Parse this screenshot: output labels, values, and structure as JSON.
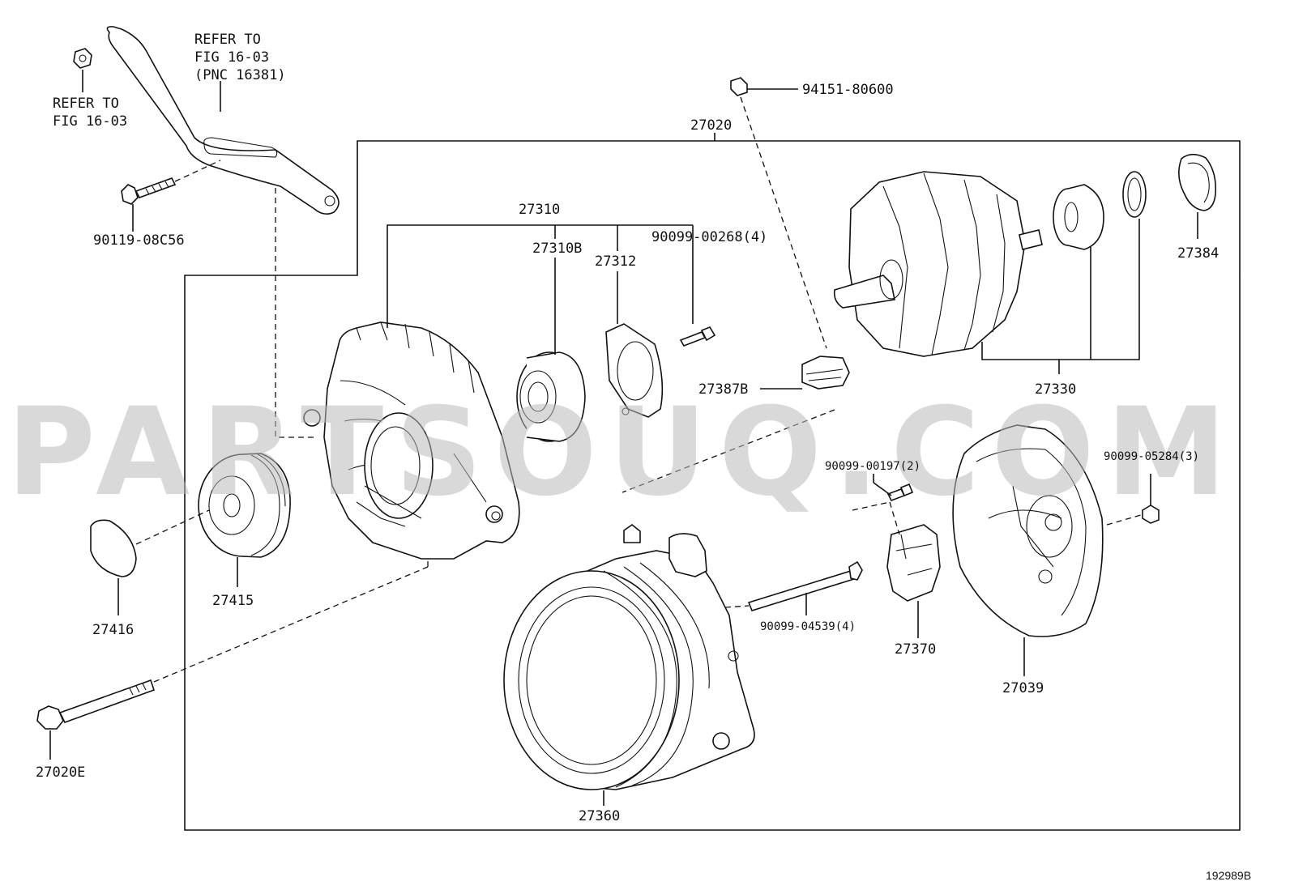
{
  "watermark": "PARTSOUQ.COM",
  "figure_id": "192989B",
  "callouts": {
    "refer_bracket": [
      "REFER TO",
      "FIG 16-03",
      "(PNC 16381)"
    ],
    "refer_nut": [
      "REFER TO",
      "FIG 16-03"
    ],
    "p94151": "94151-80600",
    "p27020": "27020",
    "p90119": "90119-08C56",
    "p27310": "27310",
    "p27310B": "27310B",
    "p27312": "27312",
    "p90099_00268": "90099-00268(4)",
    "p27387B": "27387B",
    "p27330": "27330",
    "p27384": "27384",
    "p90099_00197": "90099-00197(2)",
    "p90099_05284": "90099-05284(3)",
    "p27416": "27416",
    "p27415": "27415",
    "p90099_04539": "90099-04539(4)",
    "p27370": "27370",
    "p27039": "27039",
    "p27020E": "27020E",
    "p27360": "27360"
  }
}
